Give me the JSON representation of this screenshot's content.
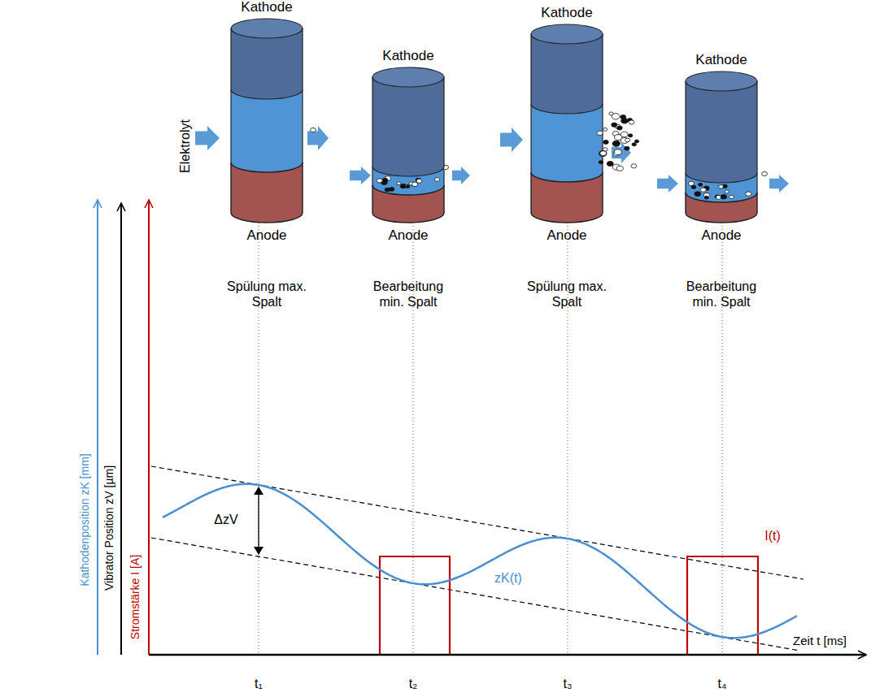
{
  "diagram": {
    "nodes": [
      {
        "text": [
          "Kathode"
        ]
      },
      {
        "text": [
          "Anode"
        ]
      },
      {
        "text": [
          "Kathode"
        ]
      },
      {
        "text": [
          "Anode"
        ]
      },
      {
        "text": [
          "Kathode"
        ]
      },
      {
        "text": [
          "Anode"
        ]
      },
      {
        "text": [
          "Kathode"
        ]
      },
      {
        "text": [
          "Anode"
        ]
      }
    ],
    "labels": [
      "Elektrolyt",
      "Spülung max. Spalt",
      "Bearbeitung min. Spalt",
      "Spülung max. Spalt",
      "Bearbeitung min. Spalt",
      "Kathodenposition zK [mm]",
      "Vibrator Position zV [µm]",
      "Stromstärke I [A]",
      "ΔzV",
      "zK(t)",
      "I(t)",
      "Zeit t [ms]",
      "t₁",
      "t₂",
      "t₃",
      "t₄"
    ]
  }
}
